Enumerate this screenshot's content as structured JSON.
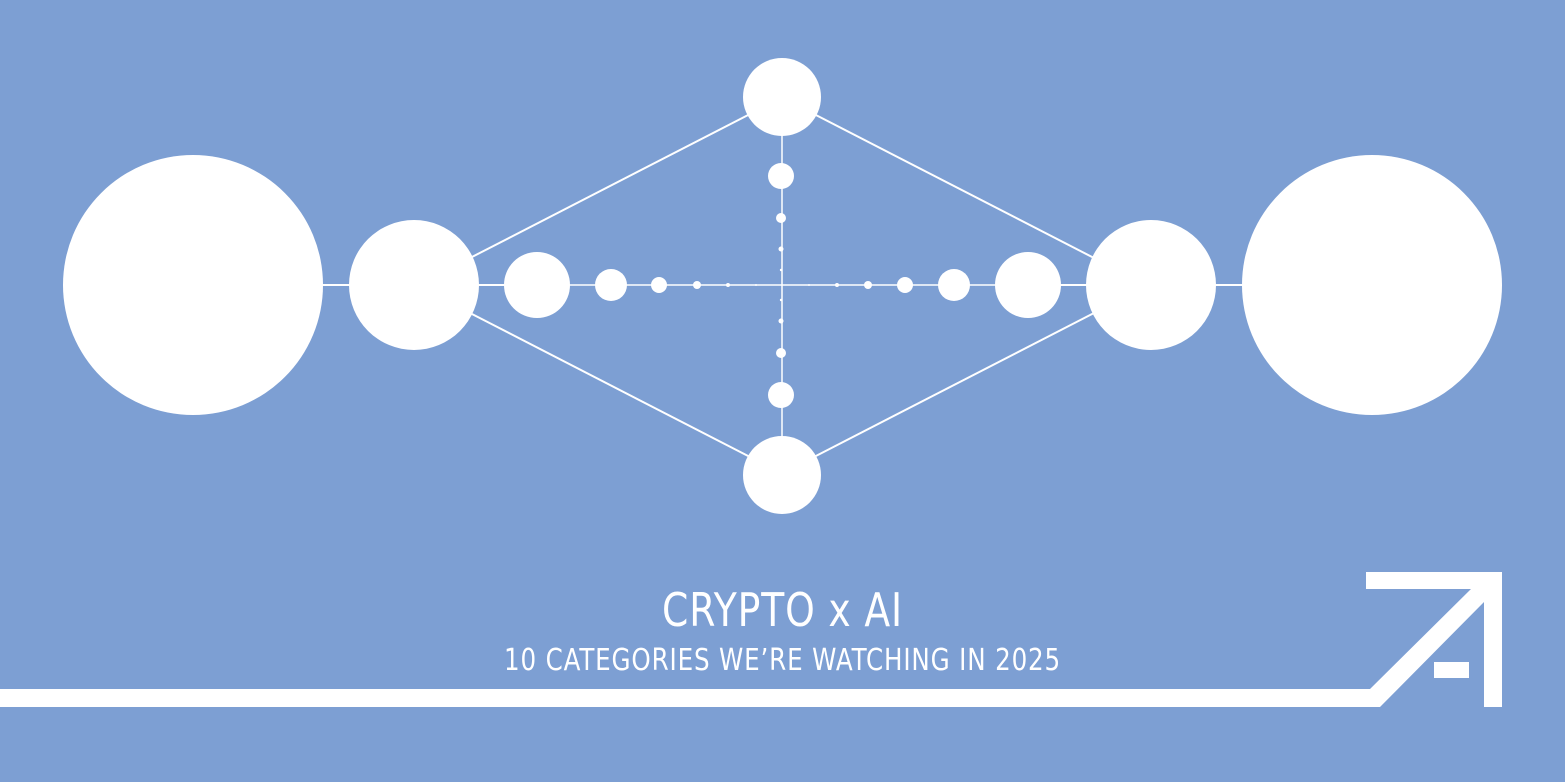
{
  "banner": {
    "headline": "CRYPTO x AI",
    "subline": "10 CATEGORIES WE’RE WATCHING IN 2025"
  },
  "colors": {
    "background": "#7d9fd3",
    "foreground": "#ffffff"
  },
  "icons": {
    "network": "node-network-graphic",
    "logo": "arrow-logo-mark"
  }
}
